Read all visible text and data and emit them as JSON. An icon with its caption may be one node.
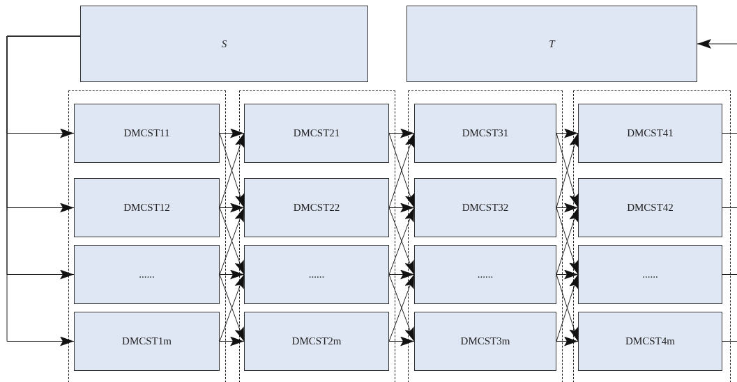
{
  "diagram": {
    "nodes": [
      {
        "text": [
          "S"
        ]
      },
      {
        "text": [
          "T"
        ]
      },
      {
        "text": [],
        "shape": "box"
      },
      {
        "text": [
          "DMCST11"
        ],
        "in": 2
      },
      {
        "text": [
          "DMCST12"
        ],
        "in": 2
      },
      {
        "text": [
          "......"
        ],
        "in": 2
      },
      {
        "text": [
          "DMCST1m"
        ],
        "in": 2
      },
      {
        "text": [],
        "shape": "box"
      },
      {
        "text": [
          "DMCST21"
        ],
        "in": 7
      },
      {
        "text": [
          "DMCST22"
        ],
        "in": 7
      },
      {
        "text": [
          "......"
        ],
        "in": 7
      },
      {
        "text": [
          "DMCST2m"
        ],
        "in": 7
      },
      {
        "text": [],
        "shape": "box"
      },
      {
        "text": [
          "DMCST31"
        ],
        "in": 12
      },
      {
        "text": [
          "DMCST32"
        ],
        "in": 12
      },
      {
        "text": [
          "......"
        ],
        "in": 12
      },
      {
        "text": [
          "DMCST3m"
        ],
        "in": 12
      },
      {
        "text": [],
        "shape": "box"
      },
      {
        "text": [
          "DMCST41"
        ],
        "in": 17
      },
      {
        "text": [
          "DMCST42"
        ],
        "in": 17
      },
      {
        "text": [
          "......"
        ],
        "in": 17
      },
      {
        "text": [
          "DMCST4m"
        ],
        "in": 17
      }
    ],
    "edges": [
      {
        "from": 0,
        "to": 3,
        "arrow": "to"
      },
      {
        "from": 0,
        "to": 4,
        "arrow": "to"
      },
      {
        "from": 0,
        "to": 5,
        "arrow": "to"
      },
      {
        "from": 0,
        "to": 6,
        "arrow": "to"
      },
      {
        "from": 3,
        "to": 8,
        "arrow": "to"
      },
      {
        "from": 3,
        "to": 9,
        "arrow": "to"
      },
      {
        "from": 4,
        "to": 8,
        "arrow": "to"
      },
      {
        "from": 4,
        "to": 9,
        "arrow": "to"
      },
      {
        "from": 4,
        "to": 10,
        "arrow": "to"
      },
      {
        "from": 5,
        "to": 9,
        "arrow": "to"
      },
      {
        "from": 5,
        "to": 10,
        "arrow": "to"
      },
      {
        "from": 5,
        "to": 11,
        "arrow": "to"
      },
      {
        "from": 6,
        "to": 10,
        "arrow": "to"
      },
      {
        "from": 6,
        "to": 11,
        "arrow": "to"
      },
      {
        "from": 8,
        "to": 13,
        "arrow": "to"
      },
      {
        "from": 8,
        "to": 14,
        "arrow": "to"
      },
      {
        "from": 9,
        "to": 13,
        "arrow": "to"
      },
      {
        "from": 9,
        "to": 14,
        "arrow": "to"
      },
      {
        "from": 9,
        "to": 15,
        "arrow": "to"
      },
      {
        "from": 10,
        "to": 14,
        "arrow": "to"
      },
      {
        "from": 10,
        "to": 15,
        "arrow": "to"
      },
      {
        "from": 10,
        "to": 16,
        "arrow": "to"
      },
      {
        "from": 11,
        "to": 15,
        "arrow": "to"
      },
      {
        "from": 11,
        "to": 16,
        "arrow": "to"
      },
      {
        "from": 13,
        "to": 18,
        "arrow": "to"
      },
      {
        "from": 13,
        "to": 19,
        "arrow": "to"
      },
      {
        "from": 14,
        "to": 18,
        "arrow": "to"
      },
      {
        "from": 14,
        "to": 19,
        "arrow": "to"
      },
      {
        "from": 14,
        "to": 20,
        "arrow": "to"
      },
      {
        "from": 15,
        "to": 19,
        "arrow": "to"
      },
      {
        "from": 15,
        "to": 20,
        "arrow": "to"
      },
      {
        "from": 15,
        "to": 21,
        "arrow": "to"
      },
      {
        "from": 16,
        "to": 20,
        "arrow": "to"
      },
      {
        "from": 16,
        "to": 21,
        "arrow": "to"
      },
      {
        "from": 18,
        "to": null,
        "arrow": "none"
      },
      {
        "from": 19,
        "to": null,
        "arrow": "none"
      },
      {
        "from": 20,
        "to": null,
        "arrow": "none"
      },
      {
        "from": 21,
        "to": null,
        "arrow": "none"
      },
      {
        "from": null,
        "to": 1,
        "arrow": "to"
      }
    ]
  }
}
